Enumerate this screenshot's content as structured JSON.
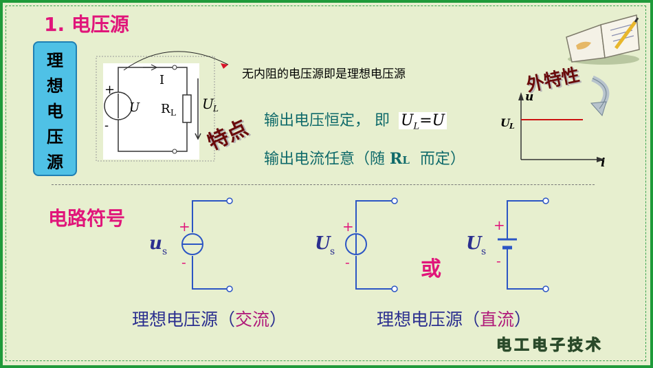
{
  "title": "1. 电压源",
  "side_label": "理想电压源",
  "circuit": {
    "source_label": "U",
    "plus": "+",
    "minus": "-",
    "current_label": "I",
    "resistor_label": "R",
    "resistor_sub": "L",
    "voltage_label": "U",
    "voltage_sub": "L"
  },
  "note": "无内阻的电压源即是理想电压源",
  "features_tag": "特点",
  "features": {
    "line1_prefix": "输出电压恒定， 即",
    "line1_formula": "U",
    "line1_formula_sub": "L",
    "line1_formula_rest": "=U",
    "line2_prefix": "输出电流任意（随",
    "line2_r": "R",
    "line2_r_sub": "L",
    "line2_suffix": "而定）"
  },
  "ext_char_tag": "外特性",
  "graph": {
    "y_axis_label": "u",
    "x_axis_label": "i",
    "level_label": "U",
    "level_sub": "L",
    "line_color": "#cc1111"
  },
  "symbols_heading": "电路符号",
  "symbols": [
    {
      "label": "u",
      "sub": "s",
      "plus": "+",
      "minus": "-"
    },
    {
      "label": "U",
      "sub": "s",
      "plus": "+",
      "minus": "-"
    },
    {
      "label": "U",
      "sub": "s",
      "plus": "+",
      "minus": "-"
    }
  ],
  "caption_ac": {
    "prefix": "理想电压源（",
    "highlight": "交流",
    "suffix": "）"
  },
  "or_text": "或",
  "caption_dc": {
    "prefix": "理想电压源（",
    "highlight": "直流",
    "suffix": "）"
  },
  "brand": "电工电子技术",
  "colors": {
    "frame": "#1f9a3a",
    "background": "#e7efcf",
    "accent": "#e0157a",
    "wire": "#2b55c4"
  }
}
